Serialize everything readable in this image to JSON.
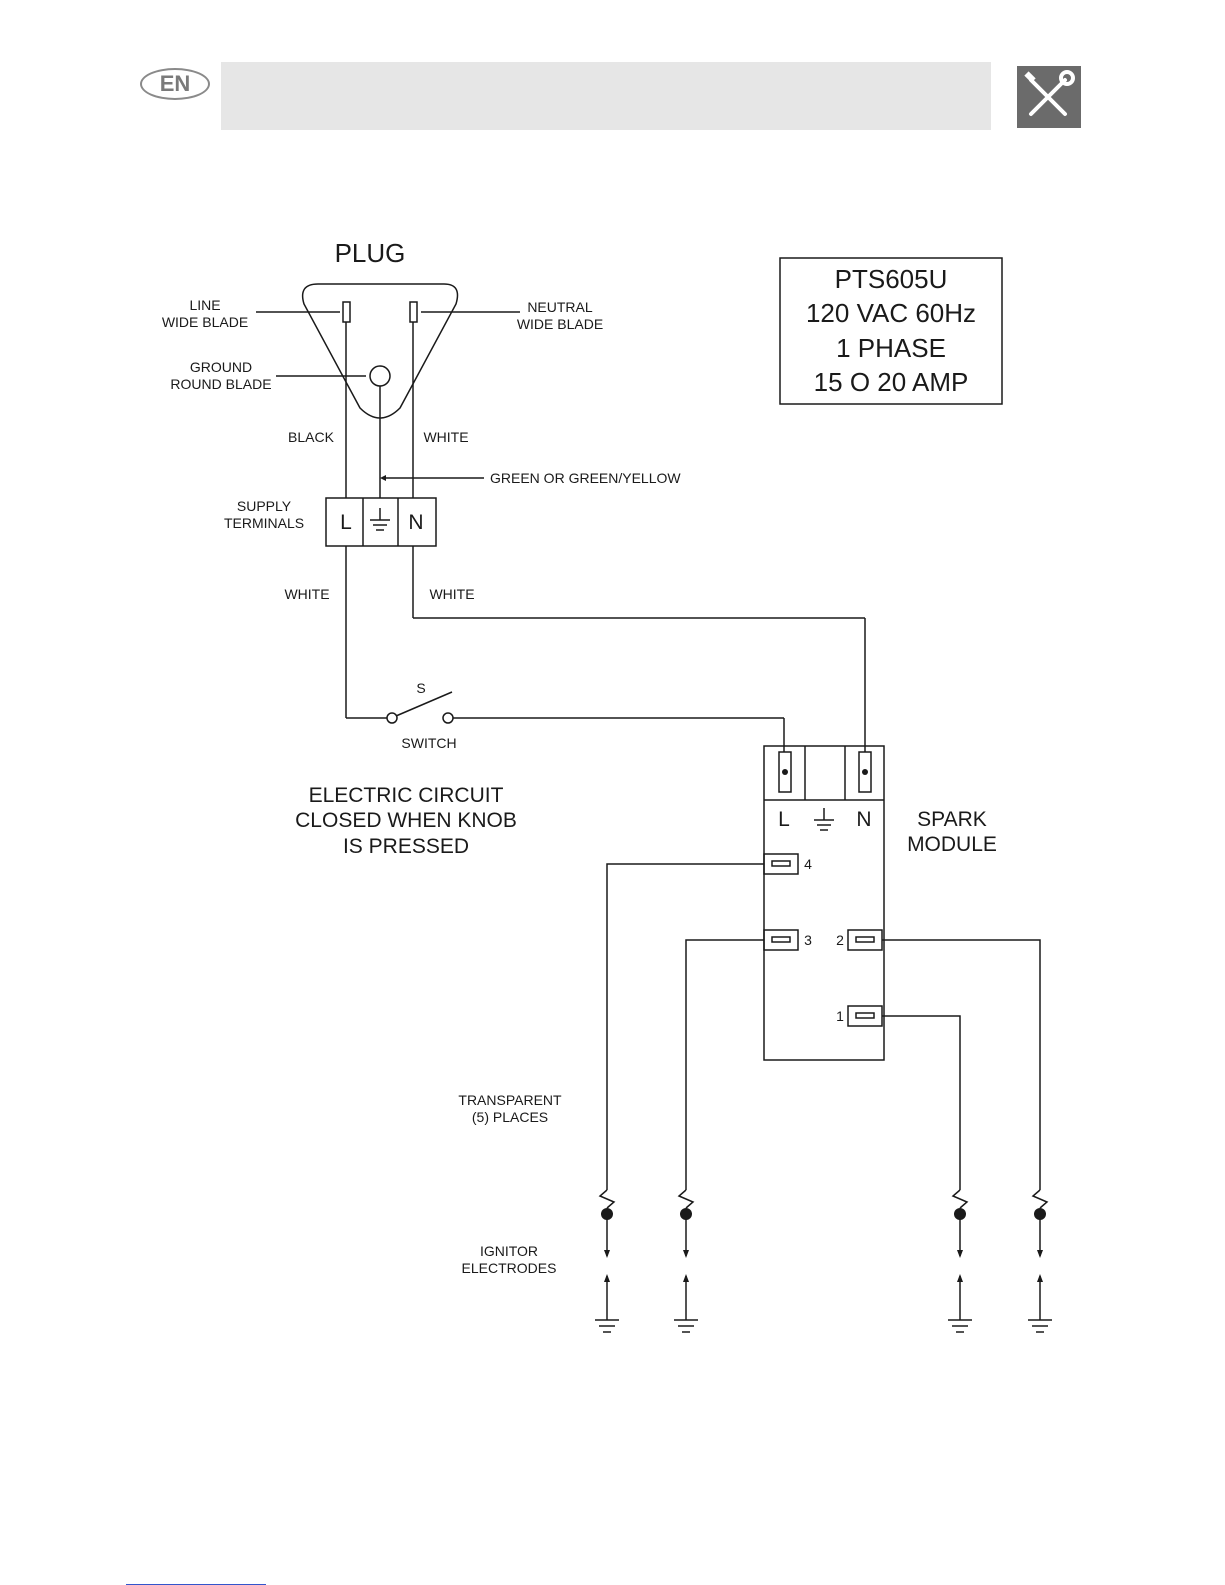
{
  "header": {
    "language_badge": "EN",
    "tools_icon": "wrench-screwdriver-icon"
  },
  "plug": {
    "title": "PLUG",
    "line_label_1": "LINE",
    "line_label_2": "WIDE BLADE",
    "neutral_label_1": "NEUTRAL",
    "neutral_label_2": "WIDE BLADE",
    "ground_label_1": "GROUND",
    "ground_label_2": "ROUND BLADE"
  },
  "wires": {
    "black": "BLACK",
    "white_top": "WHITE",
    "green": "GREEN OR GREEN/YELLOW",
    "white_left": "WHITE",
    "white_right": "WHITE"
  },
  "supply": {
    "label_1": "SUPPLY",
    "label_2": "TERMINALS",
    "terminal_l": "L",
    "terminal_n": "N"
  },
  "switch": {
    "s_label": "S",
    "label": "SWITCH"
  },
  "note": {
    "line_1": "ELECTRIC CIRCUIT",
    "line_2": "CLOSED WHEN KNOB",
    "line_3": "IS PRESSED"
  },
  "spec_box": {
    "model": "PTS605U",
    "voltage": "120 VAC 60Hz",
    "phase": "1 PHASE",
    "amps": "15 O 20 AMP"
  },
  "spark_module": {
    "label_1": "SPARK",
    "label_2": "MODULE",
    "terminal_l": "L",
    "terminal_n": "N",
    "pin_4": "4",
    "pin_3": "3",
    "pin_2": "2",
    "pin_1": "1"
  },
  "transparent": {
    "line_1": "TRANSPARENT",
    "line_2": "(5) PLACES"
  },
  "ignitor": {
    "line_1": "IGNITOR",
    "line_2": "ELECTRODES"
  },
  "colors": {
    "line": "#1a1a1a",
    "header_bar": "#e6e6e6",
    "icon_bg": "#6b6b6b"
  }
}
